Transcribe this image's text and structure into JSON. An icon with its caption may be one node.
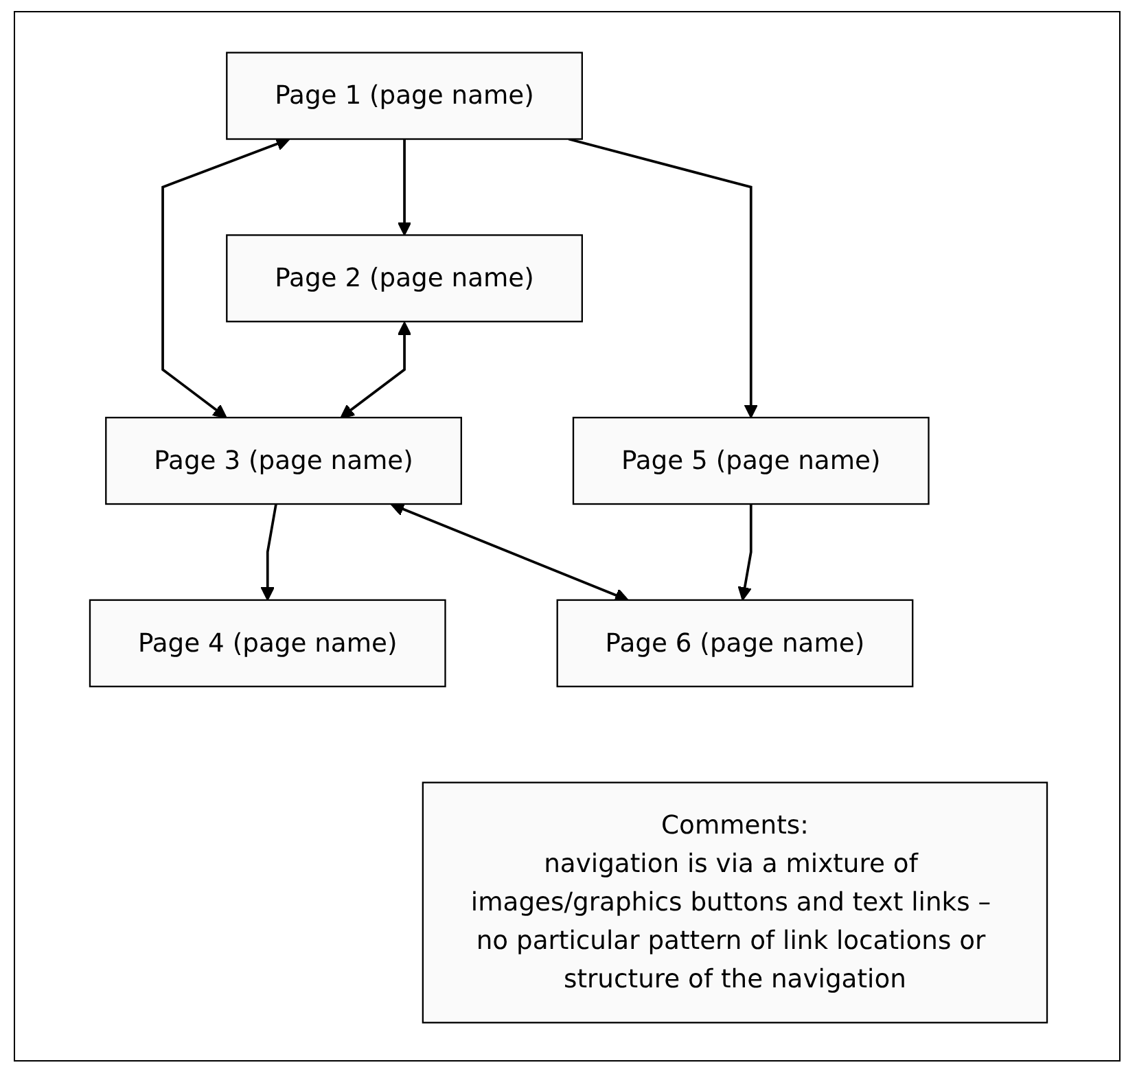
{
  "diagram": {
    "nodes": [
      {
        "text": [
          "Page 1 (page name)"
        ]
      },
      {
        "text": [
          "Page 2 (page name)"
        ]
      },
      {
        "text": [
          "Page 3 (page name)"
        ]
      },
      {
        "text": [
          "Page 4 (page name)"
        ]
      },
      {
        "text": [
          "Page 5 (page name)"
        ]
      },
      {
        "text": [
          "Page 6 (page name)"
        ]
      },
      {
        "text": [
          "Comments:",
          "navigation is via a mixture of images/graphics buttons and text links – no particular pattern of link locations or structure of the navigation"
        ]
      }
    ],
    "edges": [
      {
        "from": 0,
        "to": 1,
        "arrow": "to"
      },
      {
        "from": 0,
        "to": 4,
        "arrow": "to"
      },
      {
        "from": 0,
        "to": 2,
        "arrow": "both"
      },
      {
        "from": 1,
        "to": 2,
        "arrow": "both"
      },
      {
        "from": 2,
        "to": 3,
        "arrow": "to"
      },
      {
        "from": 2,
        "to": 5,
        "arrow": "both"
      },
      {
        "from": 4,
        "to": 5,
        "arrow": "to"
      }
    ]
  }
}
